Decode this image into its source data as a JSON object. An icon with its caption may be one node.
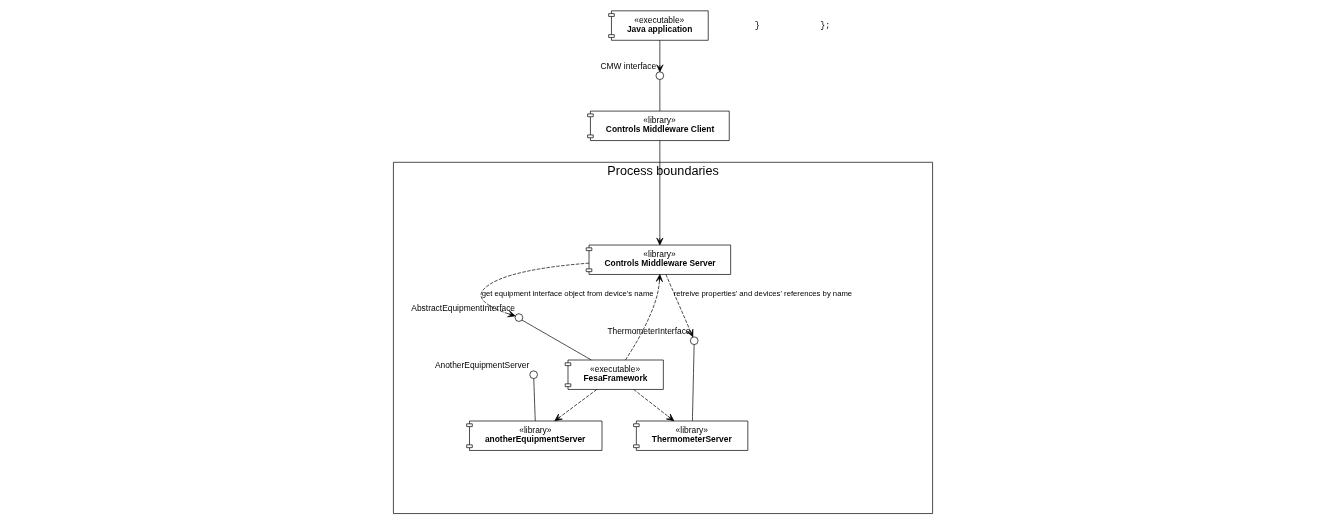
{
  "diagram": {
    "nodes": [
      {
        "text": [
          "Process boundaries"
        ]
      },
      {
        "text": [
          "«executable»",
          "Java application"
        ]
      },
      {
        "text": [],
        "shape": "circle",
        "beside": [
          "CMW interface"
        ]
      },
      {
        "text": [
          "«library»",
          "Controls Middleware Client"
        ]
      },
      {
        "text": [
          "«library»",
          "Controls Middleware Server"
        ],
        "in": 0
      },
      {
        "text": [],
        "shape": "circle",
        "beside": [
          "AbstractEquipmentInterface"
        ],
        "in": 0
      },
      {
        "text": [
          "«executable»",
          "FesaFramework"
        ],
        "in": 0
      },
      {
        "text": [],
        "shape": "circle",
        "beside": [
          "ThermometerInterface"
        ],
        "in": 0
      },
      {
        "text": [],
        "shape": "circle",
        "beside": [
          "AnotherEquipmentServer"
        ],
        "in": 0
      },
      {
        "text": [
          "«library»",
          "ThermometerServer"
        ],
        "in": 0
      },
      {
        "text": [
          "«library»",
          "anotherEquipmentServer"
        ],
        "in": 0
      }
    ],
    "edges": [
      {
        "from": 1,
        "to": 2,
        "arrow": "to"
      },
      {
        "from": 2,
        "to": 3,
        "arrow": "none"
      },
      {
        "from": 3,
        "to": 4,
        "arrow": "to"
      },
      {
        "from": 4,
        "to": 5,
        "arrow": "to",
        "style": "dashed",
        "label": "get equipment interface object from device's name"
      },
      {
        "from": 5,
        "to": 6,
        "arrow": "none"
      },
      {
        "from": 6,
        "to": 4,
        "arrow": "to",
        "style": "dashed"
      },
      {
        "from": 4,
        "to": 7,
        "arrow": "to",
        "style": "dashed",
        "label": "retreive properties' and devices' references by name"
      },
      {
        "from": 7,
        "to": 9,
        "arrow": "none"
      },
      {
        "from": 6,
        "to": 9,
        "arrow": "to",
        "style": "dashed"
      },
      {
        "from": 6,
        "to": 10,
        "arrow": "to",
        "style": "dashed"
      },
      {
        "from": 8,
        "to": 10,
        "arrow": "none"
      }
    ],
    "labels": [
      "}",
      "};"
    ]
  }
}
